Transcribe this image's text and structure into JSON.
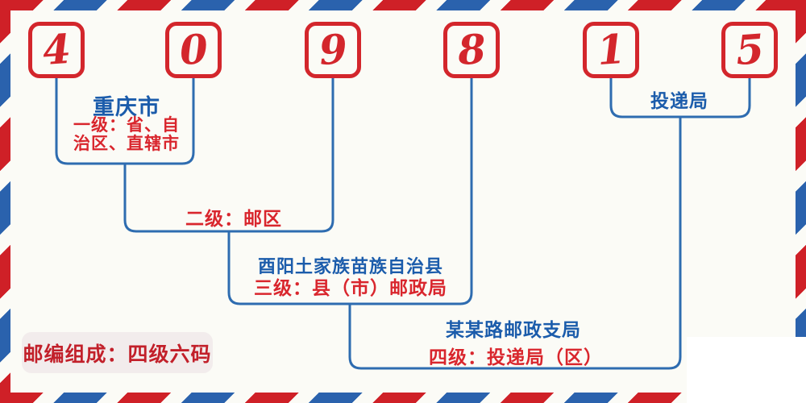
{
  "postal_code": {
    "full": "409815",
    "digits": [
      "4",
      "0",
      "9",
      "8",
      "1",
      "5"
    ]
  },
  "annotations": {
    "level1": {
      "place": "重庆市",
      "desc_lines": [
        "一级：省、自",
        "治区、直辖市"
      ]
    },
    "level2": {
      "desc": "二级：邮区"
    },
    "level3": {
      "place": "酉阳土家族苗族自治县",
      "desc": "三级：县（市）邮政局"
    },
    "level4": {
      "place": "某某路邮政支局",
      "desc": "四级：投递局（区）"
    },
    "delivery_office_label": "投递局",
    "composition_badge": "邮编组成：四级六码"
  },
  "colors": {
    "stripe_red": "#cf2027",
    "stripe_blue": "#2a62ad",
    "digit_red": "#d3262c",
    "connector_blue": "#2e6cb0",
    "text_blue": "#1b5cab",
    "text_red": "#d9262d",
    "badge_text": "#c2202a",
    "badge_background": "#f2ecec",
    "background": "#fbfbf6"
  }
}
